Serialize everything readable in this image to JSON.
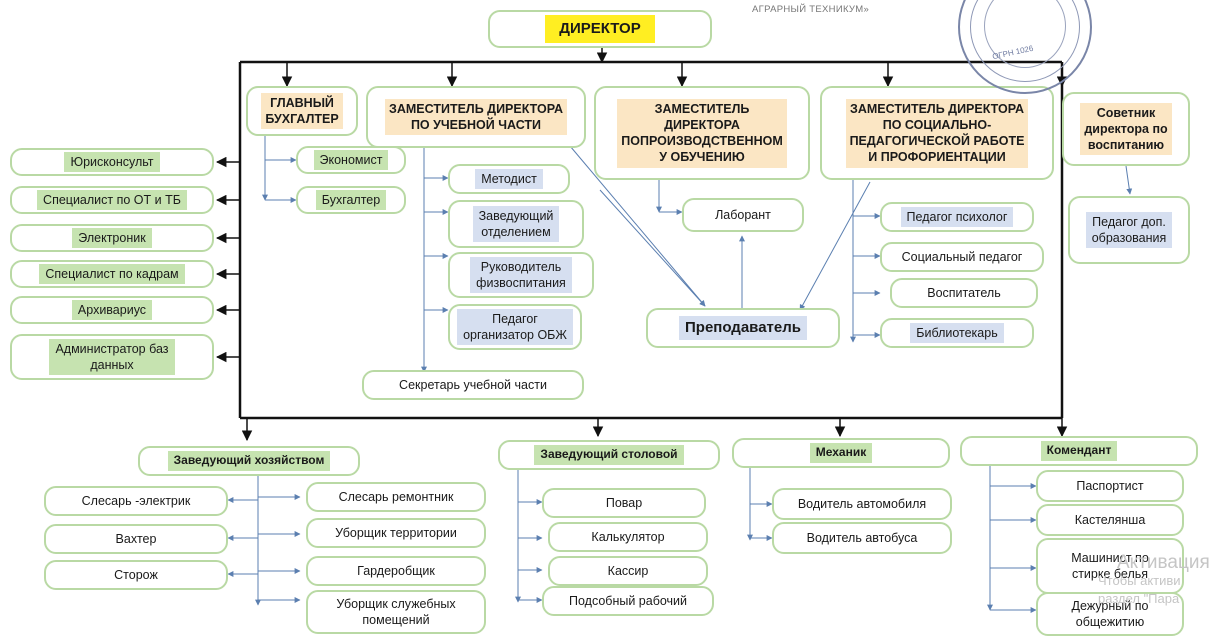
{
  "stamp": {
    "text": "АГРАРНЫЙ ТЕХНИКУМ»",
    "ogrn": "ОГРН 1026"
  },
  "director": "ДИРЕКТОР",
  "top_row": {
    "chief_accountant": "ГЛАВНЫЙ\nБУХГАЛТЕР",
    "deputy_education": "ЗАМЕСТИТЕЛЬ ДИРЕКТОРА\nПО УЧЕБНОЙ ЧАСТИ",
    "deputy_production": "ЗАМЕСТИТЕЛЬ\nДИРЕКТОРА\nПОПРОИЗВОДСТВЕННОМ\nУ ОБУЧЕНИЮ",
    "deputy_social": "ЗАМЕСТИТЕЛЬ ДИРЕКТОРА\nПО СОЦИАЛЬНО-\nПЕДАГОГИЧЕСКОЙ РАБОТЕ\nИ ПРОФОРИЕНТАЦИИ",
    "advisor": "Советник\nдиректора по\nвоспитанию"
  },
  "left_column": [
    "Юрисконсульт",
    "Специалист по ОТ и ТБ",
    "Электроник",
    "Специалист по кадрам",
    "Архивариус",
    "Администратор баз\nданных"
  ],
  "accounting": [
    "Экономист",
    "Бухгалтер"
  ],
  "education": [
    "Методист",
    "Заведующий\nотделением",
    "Руководитель\nфизвоспитания",
    "Педагог\nорганизатор ОБЖ"
  ],
  "education_secretary": "Секретарь учебной части",
  "lab_assistant": "Лаборант",
  "teacher": "Преподаватель",
  "social": [
    "Педагог психолог",
    "Социальный педагог",
    "Воспитатель",
    "Библиотекарь"
  ],
  "advisor_sub": "Педагог доп.\nобразования",
  "household": {
    "head": "Заведующий хозяйством",
    "left": [
      "Слесарь -электрик",
      "Вахтер",
      "Сторож"
    ],
    "right": [
      "Слесарь ремонтник",
      "Уборщик территории",
      "Гардеробщик",
      "Уборщик служебных\nпомещений"
    ]
  },
  "canteen": {
    "head": "Заведующий столовой",
    "items": [
      "Повар",
      "Калькулятор",
      "Кассир",
      "Подсобный рабочий"
    ]
  },
  "mechanic": {
    "head": "Механик",
    "items": [
      "Водитель автомобиля",
      "Водитель автобуса"
    ]
  },
  "commandant": {
    "head": "Комендант",
    "items": [
      "Паспортист",
      "Кастелянша",
      "Машинист по\nстирке белья",
      "Дежурный по\nобщежитию"
    ]
  },
  "watermark": {
    "line1": "Активация",
    "line2": "Чтобы активи",
    "line3": "раздел \"Пара"
  },
  "colors": {
    "box_border": "#b9d9a4",
    "yellow_highlight": "#ffee22",
    "peach_highlight": "#fbe6c4",
    "green_highlight": "#c6e3b0",
    "blue_highlight": "#d6dff0",
    "connector_black": "#111111",
    "connector_blue": "#5b7fb0"
  }
}
